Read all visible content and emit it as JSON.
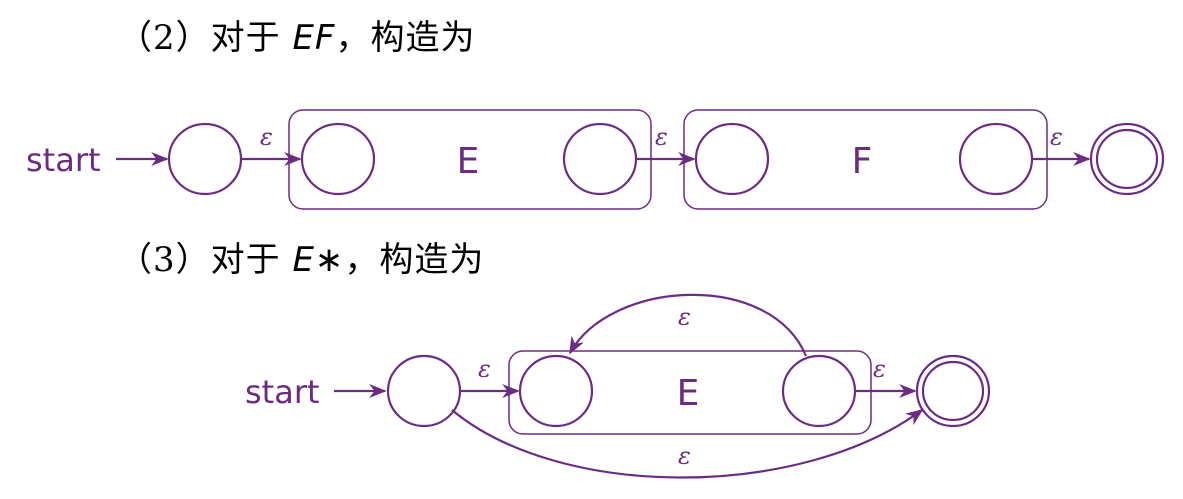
{
  "headings": {
    "ef": {
      "prefix": "（2）对于 ",
      "math": "EF",
      "suffix": "，构造为"
    },
    "star": {
      "prefix": "（3）对于 ",
      "math": "E∗",
      "suffix": "，构造为"
    }
  },
  "diagram_ef": {
    "start_label": "start",
    "box_e_label": "E",
    "box_f_label": "F",
    "epsilon": "ε"
  },
  "diagram_star": {
    "start_label": "start",
    "box_e_label": "E",
    "epsilon": "ε"
  },
  "colors": {
    "accent": "#6b2c82"
  }
}
